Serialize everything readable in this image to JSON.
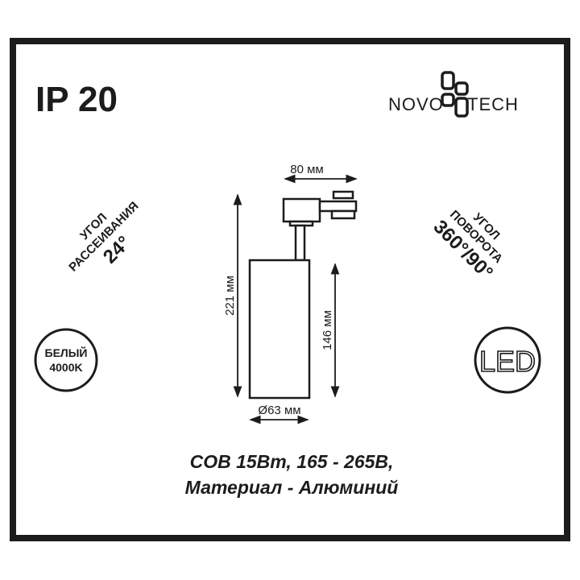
{
  "ip_rating": "IP 20",
  "brand": "NOVOTECH",
  "brand_parts": {
    "left": "NOVO",
    "right": "TECH"
  },
  "beam_angle": {
    "line1": "УГОЛ",
    "line2": "РАССЕИВАНИЯ",
    "value": "24°"
  },
  "rotation_angle": {
    "line1": "УГОЛ",
    "line2": "ПОВОРОТА",
    "value": "360°/90°"
  },
  "color_temp": {
    "line1": "БЕЛЫЙ",
    "line2": "4000K"
  },
  "led_badge": "LED",
  "dimensions": {
    "width": "80 мм",
    "total_height": "221 мм",
    "body_height": "146 мм",
    "diameter": "Ø63 мм"
  },
  "specs": {
    "line1": "COB 15Вт, 165 - 265В,",
    "line2": "Материал - Алюминий"
  },
  "colors": {
    "ink": "#1c1c1c",
    "background": "#ffffff"
  }
}
